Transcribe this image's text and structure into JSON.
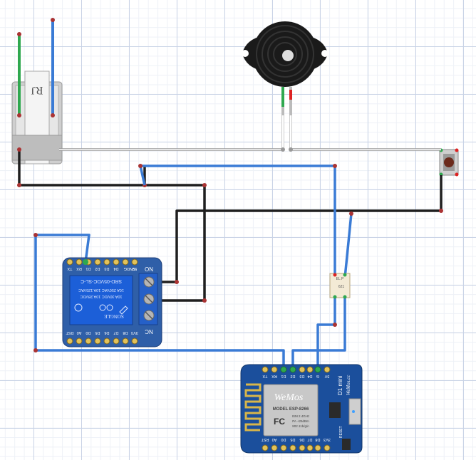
{
  "relay_module": {
    "top_pins": [
      "TX",
      "RX",
      "D1",
      "D2",
      "D3",
      "D4",
      "G",
      "5V"
    ],
    "right_top": "NO",
    "right_bottom": "NC",
    "model": "SRD-05VDC-SL-C",
    "rating_1": "10A  250VAC   10A  125VAC",
    "rating_2": "10A   30VDC   10A   28VDC",
    "brand": "SONGLE",
    "bottom_pins": [
      "RST",
      "A0",
      "D0",
      "D5",
      "D6",
      "D7",
      "D8",
      "3V3"
    ],
    "pin_gnd": "GND"
  },
  "optocoupler": {
    "label": "EL P",
    "part": "621"
  },
  "wemos": {
    "top_pins": [
      "TX",
      "RX",
      "D1",
      "D2",
      "D3",
      "D4",
      "G",
      "5V"
    ],
    "bottom_pins": [
      "RST",
      "A0",
      "D0",
      "D5",
      "D6",
      "D7",
      "D8",
      "3V3"
    ],
    "brand": "WeMos",
    "model": "MODEL ESP-8266",
    "spec_1": "ISM 2.4GHz",
    "spec_2": "PA +25dBm",
    "spec_3": "802.11b/g/n",
    "fcc": "FC",
    "side_1": "D1 mini",
    "side_2": "WeMos.cc",
    "reset": "RESET"
  },
  "transformer": {
    "mark": "RJ"
  },
  "colors": {
    "wire_blue": "#3a7bd5",
    "wire_black": "#222222",
    "wire_white": "#d8d8d8",
    "wire_green": "#2fa84f",
    "board_blue": "#2f5fa8",
    "relay_body": "#1c5fd8",
    "wemos_board": "#1b4f9c"
  }
}
